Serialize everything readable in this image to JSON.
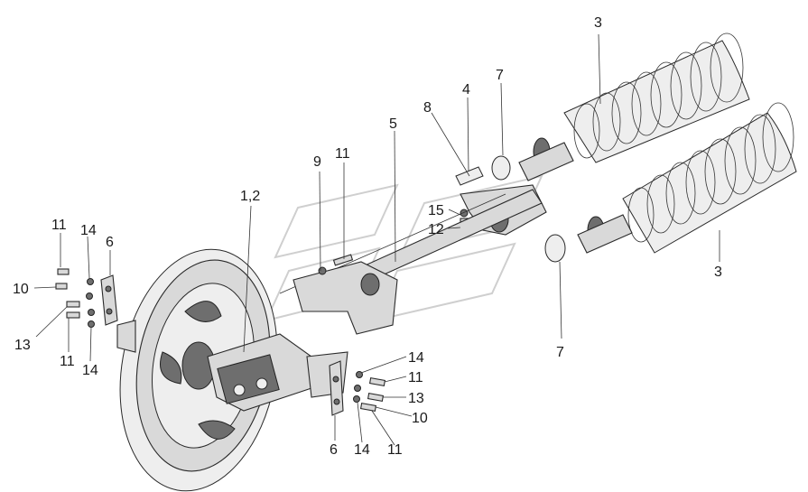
{
  "diagram": {
    "callouts": {
      "c_3_top": "3",
      "c_7_top": "7",
      "c_4": "4",
      "c_8": "8",
      "c_5": "5",
      "c_9": "9",
      "c_11_mid": "11",
      "c_1_2": "1,2",
      "c_15": "15",
      "c_12": "12",
      "c_3_right": "3",
      "c_7_bottom": "7",
      "c_11_left_top": "11",
      "c_14_left_top": "14",
      "c_6_left": "6",
      "c_10_left": "10",
      "c_13_left": "13",
      "c_11_left_bottom": "11",
      "c_14_left_bottom": "14",
      "c_14_right_top": "14",
      "c_11_right_1": "11",
      "c_13_right": "13",
      "c_10_right": "10",
      "c_6_bottom": "6",
      "c_14_bottom": "14",
      "c_11_bottom": "11"
    }
  }
}
